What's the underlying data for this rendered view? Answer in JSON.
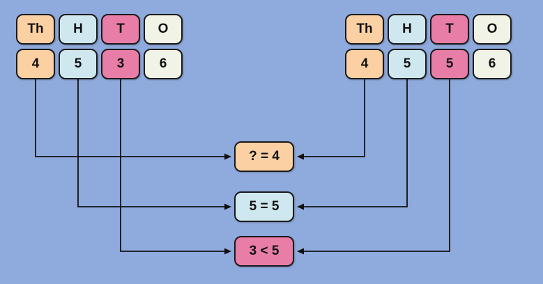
{
  "colors": {
    "background": "#8FAADC",
    "peach": "#FBD0A2",
    "light_blue": "#CFE8EF",
    "pink": "#E87DA8",
    "cream": "#F1F3E6",
    "border": "#1a1a1a",
    "arrow": "#111111"
  },
  "left_panel": {
    "headers": [
      {
        "label": "Th",
        "color": "#FBD0A2"
      },
      {
        "label": "H",
        "color": "#CFE8EF"
      },
      {
        "label": "T",
        "color": "#E87DA8"
      },
      {
        "label": "O",
        "color": "#F1F3E6"
      }
    ],
    "digits": [
      {
        "label": "4",
        "color": "#FBD0A2"
      },
      {
        "label": "5",
        "color": "#CFE8EF"
      },
      {
        "label": "3",
        "color": "#E87DA8"
      },
      {
        "label": "6",
        "color": "#F1F3E6"
      }
    ]
  },
  "right_panel": {
    "headers": [
      {
        "label": "Th",
        "color": "#FBD0A2"
      },
      {
        "label": "H",
        "color": "#CFE8EF"
      },
      {
        "label": "T",
        "color": "#E87DA8"
      },
      {
        "label": "O",
        "color": "#F1F3E6"
      }
    ],
    "digits": [
      {
        "label": "4",
        "color": "#FBD0A2"
      },
      {
        "label": "5",
        "color": "#CFE8EF"
      },
      {
        "label": "5",
        "color": "#E87DA8"
      },
      {
        "label": "6",
        "color": "#F1F3E6"
      }
    ]
  },
  "comparisons": [
    {
      "label": "? = 4",
      "color": "#FBD0A2"
    },
    {
      "label": "5 = 5",
      "color": "#CFE8EF"
    },
    {
      "label": "3 < 5",
      "color": "#E87DA8"
    }
  ]
}
